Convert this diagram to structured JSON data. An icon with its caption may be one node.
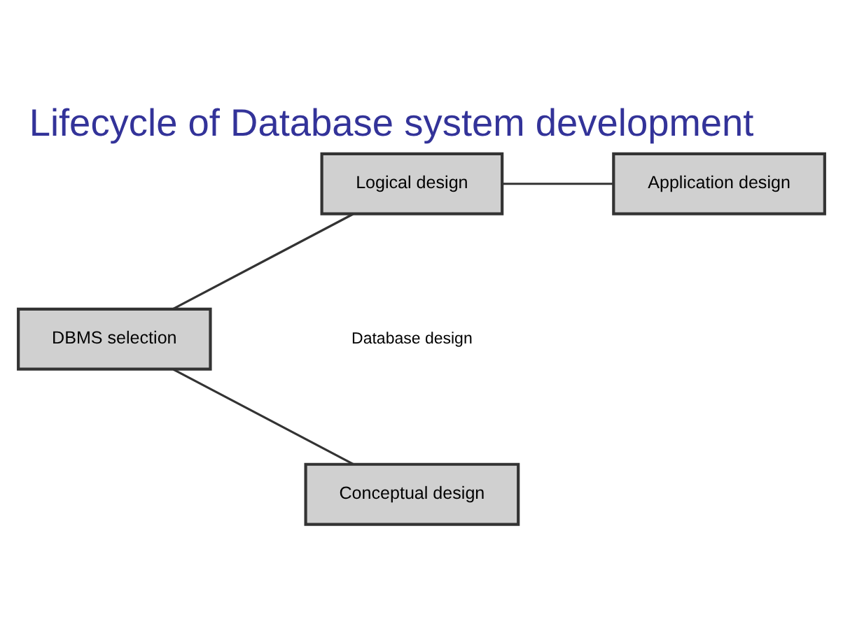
{
  "diagram": {
    "title": "Lifecycle of Database system development",
    "nodes": [
      {
        "text": [
          "DBMS selection"
        ]
      },
      {
        "text": [
          "Conceptual design"
        ]
      },
      {
        "text": [
          "Logical design"
        ]
      },
      {
        "text": [
          "Application design"
        ]
      }
    ],
    "edges": [
      {
        "from": 0,
        "to": 1,
        "arrow": "none"
      },
      {
        "from": 0,
        "to": 2,
        "arrow": "none"
      },
      {
        "from": 2,
        "to": 3,
        "arrow": "none"
      }
    ],
    "labels": [
      "Database design"
    ]
  }
}
